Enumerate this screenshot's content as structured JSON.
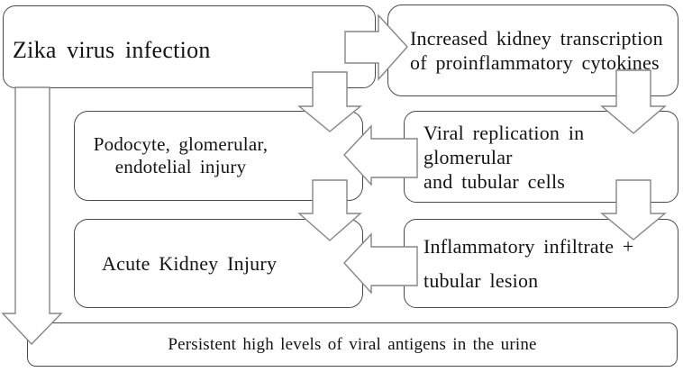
{
  "diagram": {
    "type": "flowchart",
    "topic": "Zika virus infection leading to acute kidney injury"
  },
  "colors": {
    "background": "#ffffff",
    "box_fill": "#ffffff",
    "box_border": "#4a4a4a",
    "arrow_fill": "#ffffff",
    "arrow_outline": "#858585",
    "text": "#141414"
  },
  "nodes": {
    "zika": {
      "label": "Zika virus infection"
    },
    "transcription": {
      "line1": "Increased kidney transcription",
      "line2": "of proinflammatory cytokines"
    },
    "podocyte": {
      "line1": "Podocyte, glomerular,",
      "line2": "endotelial injury"
    },
    "viral_replication": {
      "line1": "Viral replication in glomerular",
      "line2": "and tubular cells"
    },
    "aki": {
      "label": "Acute Kidney Injury"
    },
    "infiltrate": {
      "line1": "Inflammatory infiltrate +",
      "line2": "tubular lesion"
    },
    "urine": {
      "label": "Persistent high levels of viral antigens in the urine"
    }
  },
  "edges": [
    {
      "from": "zika",
      "to": "transcription",
      "direction": "right"
    },
    {
      "from": "zika",
      "to": "podocyte",
      "direction": "down"
    },
    {
      "from": "transcription",
      "to": "viral_replication",
      "direction": "down"
    },
    {
      "from": "viral_replication",
      "to": "podocyte",
      "direction": "left"
    },
    {
      "from": "podocyte",
      "to": "aki",
      "direction": "down"
    },
    {
      "from": "viral_replication",
      "to": "infiltrate",
      "direction": "down"
    },
    {
      "from": "infiltrate",
      "to": "aki",
      "direction": "left"
    },
    {
      "from": "zika",
      "to": "urine",
      "direction": "down"
    }
  ]
}
